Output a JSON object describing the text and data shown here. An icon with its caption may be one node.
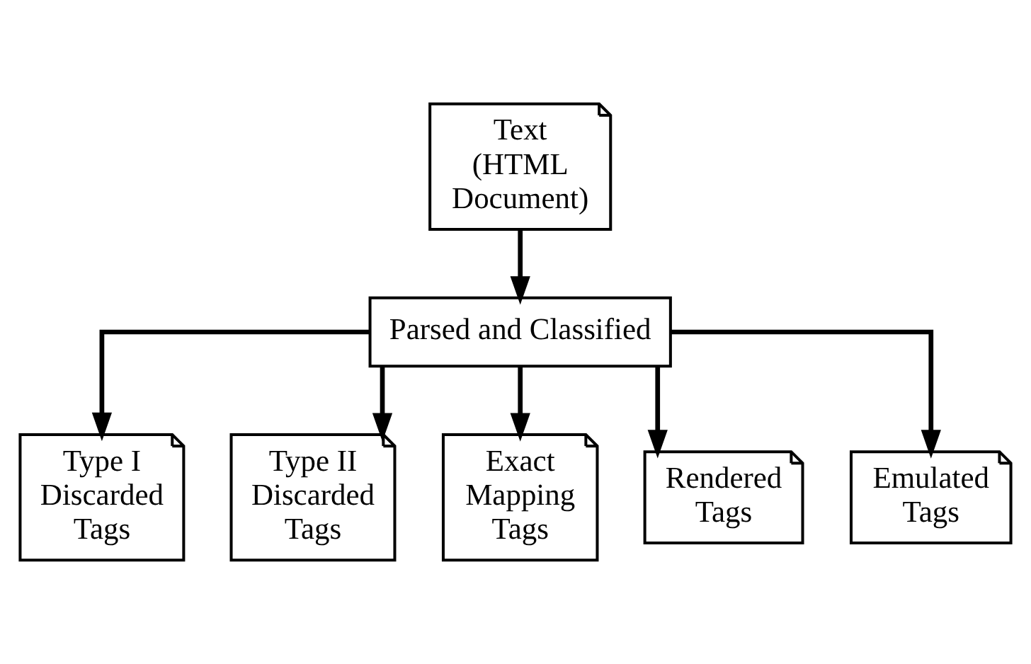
{
  "diagram": {
    "nodes": [
      {
        "text": [
          "Text (HTML Document)"
        ]
      },
      {
        "text": [
          "Parsed and Classified"
        ]
      },
      {
        "text": [
          "Type I Discarded Tags"
        ]
      },
      {
        "text": [
          "Type II Discarded Tags"
        ]
      },
      {
        "text": [
          "Exact Mapping Tags"
        ]
      },
      {
        "text": [
          "Rendered Tags"
        ]
      },
      {
        "text": [
          "Emulated Tags"
        ]
      }
    ],
    "edges": [
      {
        "from": 0,
        "to": 1,
        "arrow": "to"
      },
      {
        "from": 1,
        "to": 2,
        "arrow": "to"
      },
      {
        "from": 1,
        "to": 3,
        "arrow": "to"
      },
      {
        "from": 1,
        "to": 4,
        "arrow": "to"
      },
      {
        "from": 1,
        "to": 5,
        "arrow": "to"
      },
      {
        "from": 1,
        "to": 6,
        "arrow": "to"
      }
    ]
  }
}
